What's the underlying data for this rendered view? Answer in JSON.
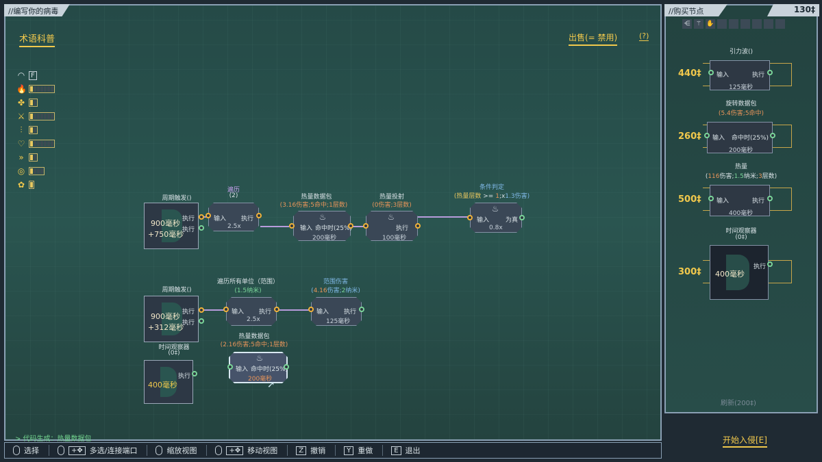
{
  "editor": {
    "title": "//编写你的病毒",
    "glossary": "术语科普",
    "sell": "出售(= 禁用)",
    "help": "(?)",
    "status": "> 代码生成：热量数据包",
    "fkey": "F"
  },
  "toolbar": {
    "meters": [
      {
        "icon": "fire-icon",
        "glyph": "🔥",
        "filled": 1,
        "total": 7
      },
      {
        "icon": "clover-icon",
        "glyph": "✤",
        "filled": 1,
        "total": 2
      },
      {
        "icon": "sword-icon",
        "glyph": "⚔",
        "filled": 1,
        "total": 7
      },
      {
        "icon": "sliders-icon",
        "glyph": "⫶",
        "filled": 1,
        "total": 2
      },
      {
        "icon": "heart-icon",
        "glyph": "♡",
        "filled": 1,
        "total": 7
      },
      {
        "icon": "chevrons-icon",
        "glyph": "»",
        "filled": 1,
        "total": 2
      },
      {
        "icon": "coin-icon",
        "glyph": "◎",
        "filled": 1,
        "total": 4
      },
      {
        "icon": "gear-icon",
        "glyph": "✿",
        "filled": 1,
        "total": 1
      }
    ]
  },
  "nodes": {
    "periodic1": {
      "title": "周期触发()",
      "main": "900毫秒",
      "extra": "+750毫秒",
      "out1": "执行",
      "out2": "执行"
    },
    "loop": {
      "title": "遍历",
      "sub": "(2)",
      "in": "输入",
      "out": "执行",
      "value": "2.5x"
    },
    "heatpack1": {
      "title": "热量数据包",
      "sub_a": "(",
      "sub_b": "3.16",
      "sub_c": "伤害;",
      "sub_d": "5",
      "sub_e": "命中;",
      "sub_f": "1",
      "sub_g": "层数)",
      "in": "输入",
      "mid": "命中时(25%)",
      "value": "200毫秒"
    },
    "heatshot": {
      "title": "热量投射",
      "sub_a": "(",
      "sub_b": "0",
      "sub_c": "伤害;",
      "sub_d": "3",
      "sub_e": "层数)",
      "out": "执行",
      "value": "100毫秒"
    },
    "cond": {
      "title": "条件判定",
      "sub_a": "(",
      "sub_b": "热量层数",
      "sub_c": " >= ",
      "sub_d": "1",
      "sub_e": ";x",
      "sub_f": "1.3",
      "sub_g": "伤害)",
      "in": "输入",
      "out": "为真",
      "value": "0.8x"
    },
    "periodic2": {
      "title": "周期触发()",
      "main": "900毫秒",
      "extra": "+312毫秒",
      "out1": "执行",
      "out2": "执行"
    },
    "loopall": {
      "title": "遍历所有单位（范围）",
      "sub_a": "(",
      "sub_b": "1.5",
      "sub_c": "纳米)",
      "in": "输入",
      "out": "执行",
      "value": "2.5x"
    },
    "aoe": {
      "title": "范围伤害",
      "sub_a": "(",
      "sub_b": "4.16",
      "sub_c": "伤害;",
      "sub_d": "2",
      "sub_e": "纳米)",
      "in": "输入",
      "out": "执行",
      "value": "125毫秒"
    },
    "watcher": {
      "title": "时间观察器",
      "sub": "(0‡)",
      "main": "400毫秒",
      "out": "执行"
    },
    "heatpack2": {
      "title": "热量数据包",
      "sub_a": "(",
      "sub_b": "2.16",
      "sub_c": "伤害;",
      "sub_d": "5",
      "sub_e": "命中;",
      "sub_f": "1",
      "sub_g": "层数)",
      "in": "输入",
      "mid": "命中时(25%)",
      "value": "200毫秒"
    }
  },
  "shop": {
    "title": "//购买节点",
    "credits": "130‡",
    "categories": [
      "⋲",
      "⚚",
      "✋",
      "",
      "",
      "",
      "",
      "",
      ""
    ],
    "items": [
      {
        "name": "引力波()",
        "desc": "",
        "price": "440‡",
        "in": "输入",
        "out": "执行",
        "value": "125毫秒"
      },
      {
        "name": "旋转数据包",
        "desc_a": "(",
        "desc_b": "5.4",
        "desc_c": "伤害;",
        "desc_d": "5",
        "desc_e": "命中)",
        "price": "260‡",
        "in": "输入",
        "mid": "命中时(25%)",
        "value": "200毫秒"
      },
      {
        "name": "热量",
        "desc_a": "(",
        "desc_b": "116",
        "desc_c": "伤害;",
        "desc_d": "1.5",
        "desc_e": "纳米;",
        "desc_f": "3",
        "desc_g": "层数)",
        "price": "500‡",
        "in": "输入",
        "out": "执行",
        "value": "400毫秒"
      },
      {
        "name": "时间观察器",
        "desc": "(0‡)",
        "price": "300‡",
        "out": "执行",
        "value": "400毫秒"
      }
    ],
    "refresh": "刷新(200‡)",
    "start": "开始入侵[E]"
  },
  "hints": [
    {
      "key": "",
      "mouse": true,
      "label": "选择"
    },
    {
      "key": "+✥",
      "mouse": true,
      "label": "多选/连接端口"
    },
    {
      "key": "",
      "mouse": true,
      "label": "缩放视图"
    },
    {
      "key": "+✥",
      "mouse": true,
      "label": "移动视图"
    },
    {
      "key": "Z",
      "mouse": false,
      "label": "撤销"
    },
    {
      "key": "Y",
      "mouse": false,
      "label": "重做"
    },
    {
      "key": "E",
      "mouse": false,
      "label": "退出"
    }
  ],
  "colors": {
    "accent": "#f2c94c",
    "port_orange": "#f2b33a",
    "port_green": "#7bd69a",
    "wire": "#b89cdc",
    "num_orange": "#e8955a",
    "num_green": "#7bd69a",
    "num_blue": "#7fb8e6"
  }
}
